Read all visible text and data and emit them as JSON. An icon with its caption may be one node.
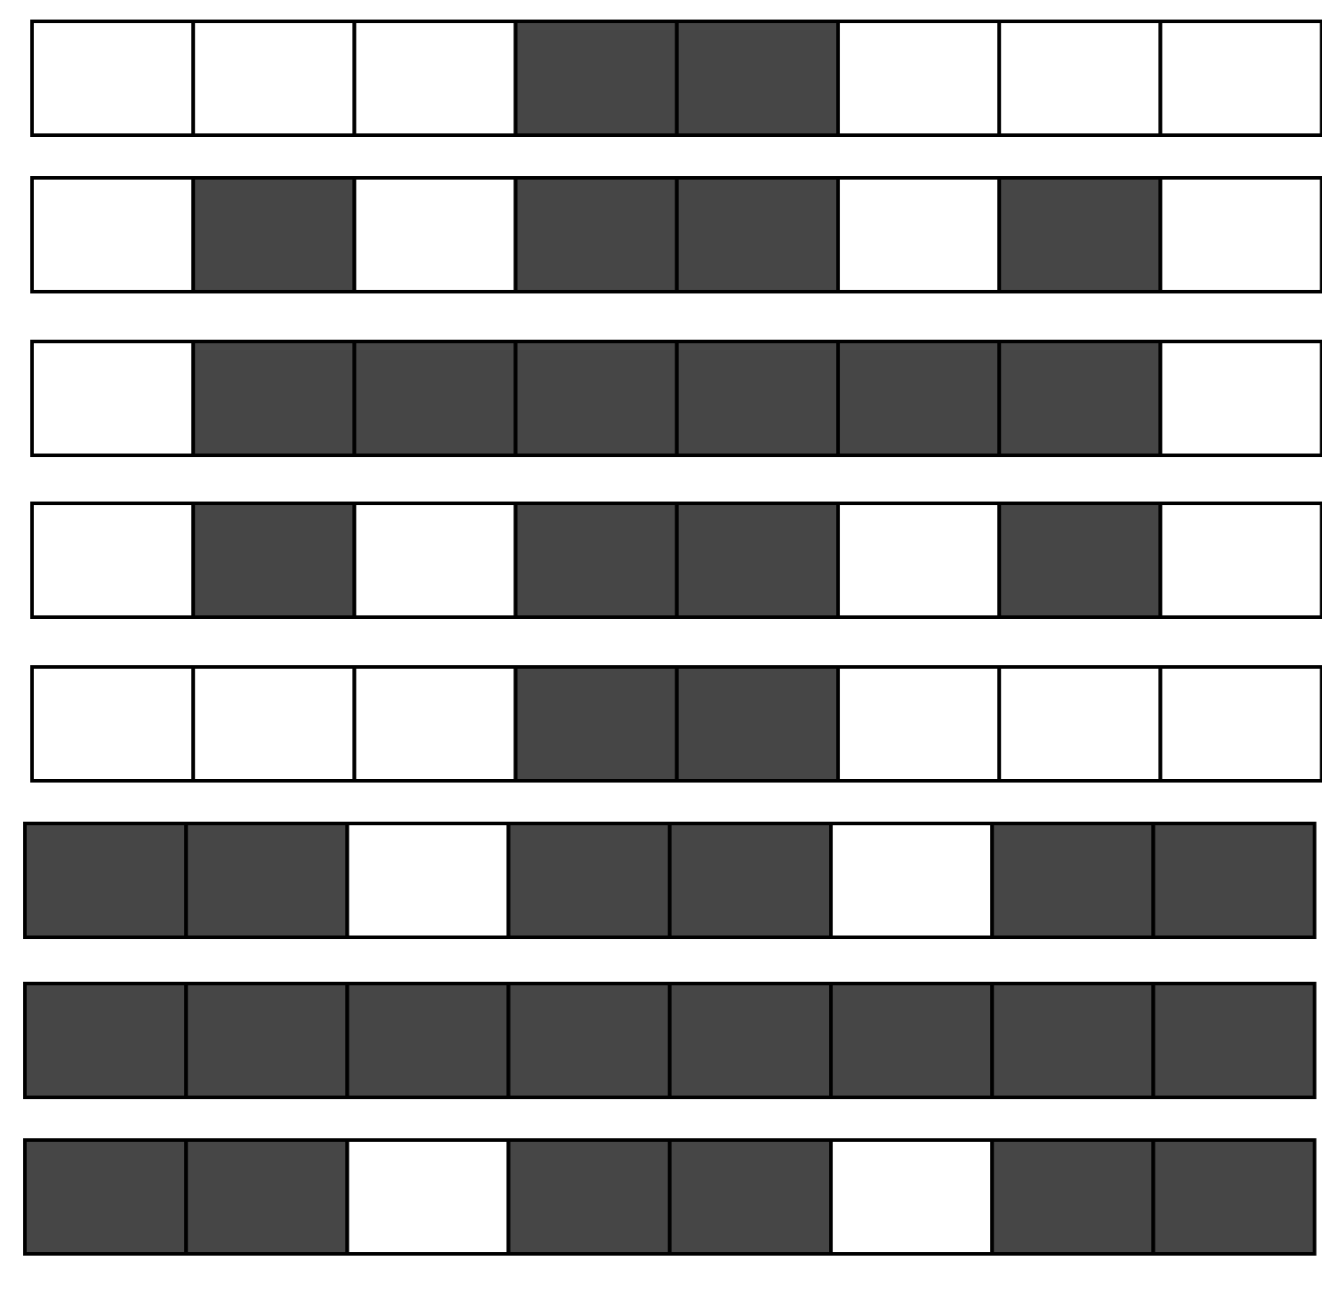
{
  "diagram": {
    "nodes": [
      {
        "text": [],
        "shape": "box"
      },
      {
        "text": [],
        "shape": "box"
      },
      {
        "text": [],
        "shape": "box"
      },
      {
        "text": [],
        "shape": "shaded-box"
      },
      {
        "text": [],
        "shape": "shaded-box"
      },
      {
        "text": [],
        "shape": "box"
      },
      {
        "text": [],
        "shape": "box"
      },
      {
        "text": [],
        "shape": "box"
      },
      {
        "text": [],
        "shape": "box"
      },
      {
        "text": [],
        "shape": "shaded-box"
      },
      {
        "text": [],
        "shape": "box"
      },
      {
        "text": [],
        "shape": "shaded-box"
      },
      {
        "text": [],
        "shape": "shaded-box"
      },
      {
        "text": [],
        "shape": "box"
      },
      {
        "text": [],
        "shape": "shaded-box"
      },
      {
        "text": [],
        "shape": "box"
      },
      {
        "text": [],
        "shape": "box"
      },
      {
        "text": [],
        "shape": "shaded-box"
      },
      {
        "text": [],
        "shape": "shaded-box"
      },
      {
        "text": [],
        "shape": "shaded-box"
      },
      {
        "text": [],
        "shape": "shaded-box"
      },
      {
        "text": [],
        "shape": "shaded-box"
      },
      {
        "text": [],
        "shape": "shaded-box"
      },
      {
        "text": [],
        "shape": "box"
      },
      {
        "text": [],
        "shape": "box"
      },
      {
        "text": [],
        "shape": "shaded-box"
      },
      {
        "text": [],
        "shape": "box"
      },
      {
        "text": [],
        "shape": "shaded-box"
      },
      {
        "text": [],
        "shape": "shaded-box"
      },
      {
        "text": [],
        "shape": "box"
      },
      {
        "text": [],
        "shape": "shaded-box"
      },
      {
        "text": [],
        "shape": "box"
      },
      {
        "text": [],
        "shape": "box"
      },
      {
        "text": [],
        "shape": "box"
      },
      {
        "text": [],
        "shape": "box"
      },
      {
        "text": [],
        "shape": "shaded-box"
      },
      {
        "text": [],
        "shape": "shaded-box"
      },
      {
        "text": [],
        "shape": "box"
      },
      {
        "text": [],
        "shape": "box"
      },
      {
        "text": [],
        "shape": "box"
      },
      {
        "text": [],
        "shape": "shaded-box"
      },
      {
        "text": [],
        "shape": "shaded-box"
      },
      {
        "text": [],
        "shape": "box"
      },
      {
        "text": [],
        "shape": "shaded-box"
      },
      {
        "text": [],
        "shape": "shaded-box"
      },
      {
        "text": [],
        "shape": "box"
      },
      {
        "text": [],
        "shape": "shaded-box"
      },
      {
        "text": [],
        "shape": "shaded-box"
      },
      {
        "text": [],
        "shape": "shaded-box"
      },
      {
        "text": [],
        "shape": "shaded-box"
      },
      {
        "text": [],
        "shape": "shaded-box"
      },
      {
        "text": [],
        "shape": "shaded-box"
      },
      {
        "text": [],
        "shape": "shaded-box"
      },
      {
        "text": [],
        "shape": "shaded-box"
      },
      {
        "text": [],
        "shape": "shaded-box"
      },
      {
        "text": [],
        "shape": "shaded-box"
      },
      {
        "text": [],
        "shape": "shaded-box"
      },
      {
        "text": [],
        "shape": "shaded-box"
      },
      {
        "text": [],
        "shape": "box"
      },
      {
        "text": [],
        "shape": "shaded-box"
      },
      {
        "text": [],
        "shape": "shaded-box"
      },
      {
        "text": [],
        "shape": "box"
      },
      {
        "text": [],
        "shape": "shaded-box"
      },
      {
        "text": [],
        "shape": "shaded-box"
      }
    ]
  }
}
